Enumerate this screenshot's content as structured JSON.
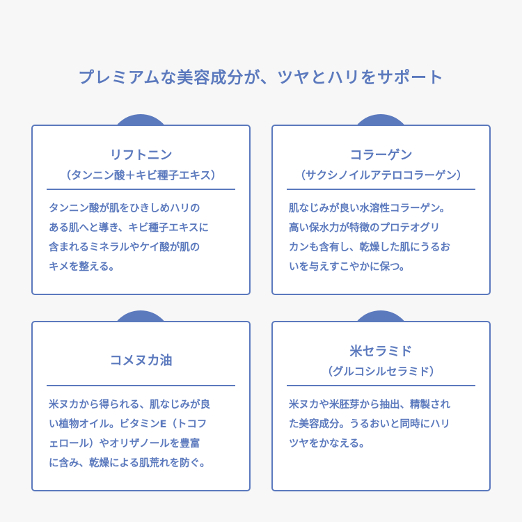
{
  "heading": "プレミアムな美容成分が、ツヤとハリをサポート",
  "colors": {
    "accent": "#5b79bd",
    "background": "#f7f7f7"
  },
  "cards": [
    {
      "name": "リフトニン",
      "sub": "（タンニン酸＋キビ種子エキス）",
      "lines": [
        "タンニン酸が肌をひきしめハリの",
        "ある肌へと導き、キビ種子エキスに",
        "含まれるミネラルやケイ酸が肌の",
        "キメを整える。"
      ]
    },
    {
      "name": "コラーゲン",
      "sub": "（サクシノイルアテロコラーゲン）",
      "lines": [
        "肌なじみが良い水溶性コラーゲン。",
        "高い保水力が特徴のプロテオグリ",
        "カンも含有し、乾燥した肌にうるお",
        "いを与えすこやかに保つ。"
      ]
    },
    {
      "name": "コメヌカ油",
      "sub": null,
      "lines": [
        "米ヌカから得られる、肌なじみが良",
        "い植物オイル。ビタミンE（トコフ",
        "ェロール）やオリザノールを豊富",
        "に含み、乾燥による肌荒れを防ぐ。"
      ]
    },
    {
      "name": "米セラミド",
      "sub": "（グルコシルセラミド）",
      "lines": [
        "米ヌカや米胚芽から抽出、精製され",
        "た美容成分。うるおいと同時にハリ",
        "ツヤをかなえる。"
      ]
    }
  ]
}
